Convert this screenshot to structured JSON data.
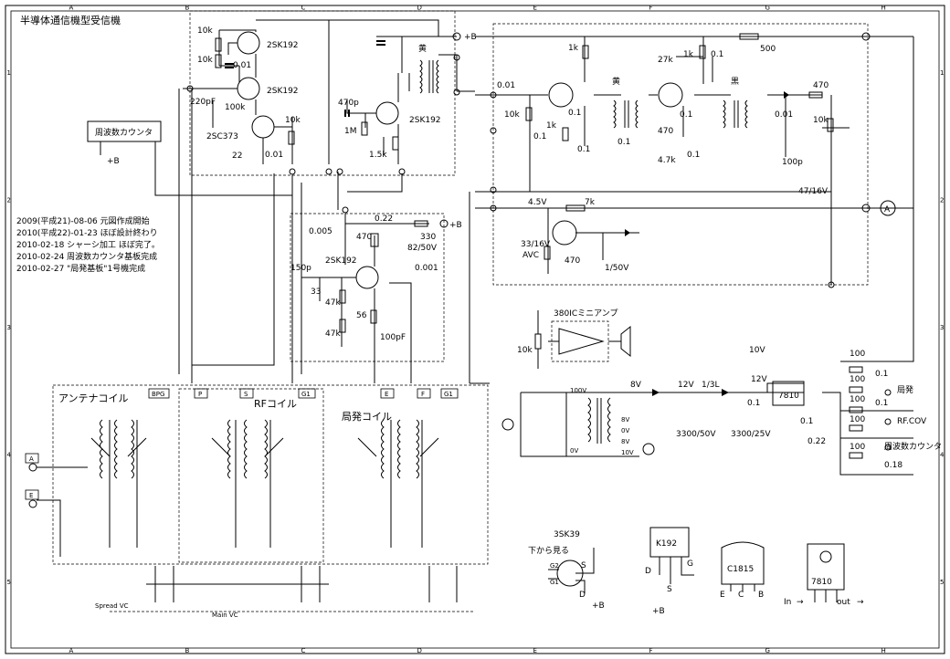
{
  "title": "半導体通信機型受信機",
  "history": [
    "2009(平成21)-08-06  元図作成開始",
    "2010(平成22)-01-23  ほぼ設計終わり",
    "2010-02-18  シャーシ加工  ほぼ完了。",
    "2010-02-24  周波数カウンタ基板完成",
    "2010-02-27  \"局発基板\"1号機完成"
  ],
  "grid": {
    "columns": [
      "A",
      "B",
      "C",
      "D",
      "E",
      "F",
      "G",
      "H"
    ],
    "rows": [
      "1",
      "2",
      "3",
      "4",
      "5"
    ]
  },
  "boxes": {
    "freq_counter": "周波数カウンタ",
    "freq_counter_supply": "+B",
    "ant_coil": "アンテナコイル",
    "rf_coil": "RFコイル",
    "lo_coil": "局発コイル",
    "mini_amp": "380ICミニアンプ"
  },
  "labels": {
    "k10a": "10k",
    "k10b": "10k",
    "c001a": "0.01",
    "t_2sk192a": "2SK192",
    "t_2sk192b": "2SK192",
    "p220": "220pF",
    "k100": "100k",
    "t_2sc373": "2SC373",
    "k10c": "10k",
    "r22": "22",
    "c001b": "0.01",
    "plus_b1": "+B",
    "yellow1": "黄",
    "p470": "470p",
    "m1": "1M",
    "k15": "1.5k",
    "t_2sk192c": "2SK192",
    "c001c": "0.01",
    "k10d": "10k",
    "k1a": "1k",
    "k27": "27k",
    "k1b": "1k",
    "c01a": "0.1",
    "r500": "500",
    "yellow2": "黄",
    "black": "黒",
    "r470a": "470",
    "c001d": "0.01",
    "k10e": "10k",
    "k1c": "1k",
    "c01b": "0.1",
    "c01c": "0.1",
    "c01d": "0.1",
    "c01e": "0.1",
    "r470b": "470",
    "k47a": "4.7k",
    "c01f": "0.1",
    "c01g": "0.1",
    "p100": "100p",
    "cap47_16": "47/16V",
    "v45": "4.5V",
    "k7": "7k",
    "cap33_16": "33/16V",
    "avc": "AVC",
    "r470c": "470",
    "cap1_50": "1/50V",
    "c0005": "0.005",
    "c022": "0.22",
    "plus_b2": "+B",
    "r470d": "470",
    "r330": "330",
    "cap82_50": "82/50V",
    "t_2sk192d": "2SK192",
    "p150": "150p",
    "r33": "33",
    "c0001": "0.001",
    "k47b": "47k",
    "r56": "56",
    "k47c": "47k",
    "p100b": "100pF",
    "k10f": "10k",
    "v10": "10V",
    "v8": "8V",
    "v12a": "12V",
    "v12b": "12V",
    "d13l": "1/3L",
    "reg7810": "7810",
    "cap3300_50": "3300/50V",
    "cap3300_25": "3300/25V",
    "c01h": "0.1",
    "c01i": "0.1",
    "c022b": "0.22",
    "r100a": "100",
    "r100b": "100",
    "r100c": "100",
    "r100d": "100",
    "r100e": "100",
    "c01j": "0.1",
    "c01k": "0.1",
    "c018": "0.18",
    "out_lo": "局発",
    "out_rfcov": "RF.COV",
    "out_fc": "周波数カウンタ",
    "tag_bpg": "BPG",
    "tag_p": "P",
    "tag_s": "S",
    "tag_g1": "G1",
    "tag_e": "E",
    "tag_f": "F",
    "tag_g1b": "G1",
    "ant_a": "A",
    "ant_e": "E",
    "spread_vc": "Spread VC",
    "main_vc": "Main VC",
    "tx_100v": "100V",
    "tx_0v": "0V",
    "tx_8v": "8V",
    "tx_0v2": "0V",
    "tx_8v2": "8V",
    "tx_10v": "10V",
    "pin_title": "3SK39",
    "pin_view": "下から見る",
    "pin_g2": "G2",
    "pin_g1": "G1",
    "pin_s": "S",
    "pin_d": "D",
    "pin_b": "+B",
    "k192": "K192",
    "k192_d": "D",
    "k192_s": "S",
    "k192_g": "G",
    "k192_b": "+B",
    "c1815": "C1815",
    "c1815_e": "E",
    "c1815_c": "C",
    "c1815_b": "B",
    "r7810": "7810",
    "r7810_in": "In",
    "r7810_out": "out"
  }
}
